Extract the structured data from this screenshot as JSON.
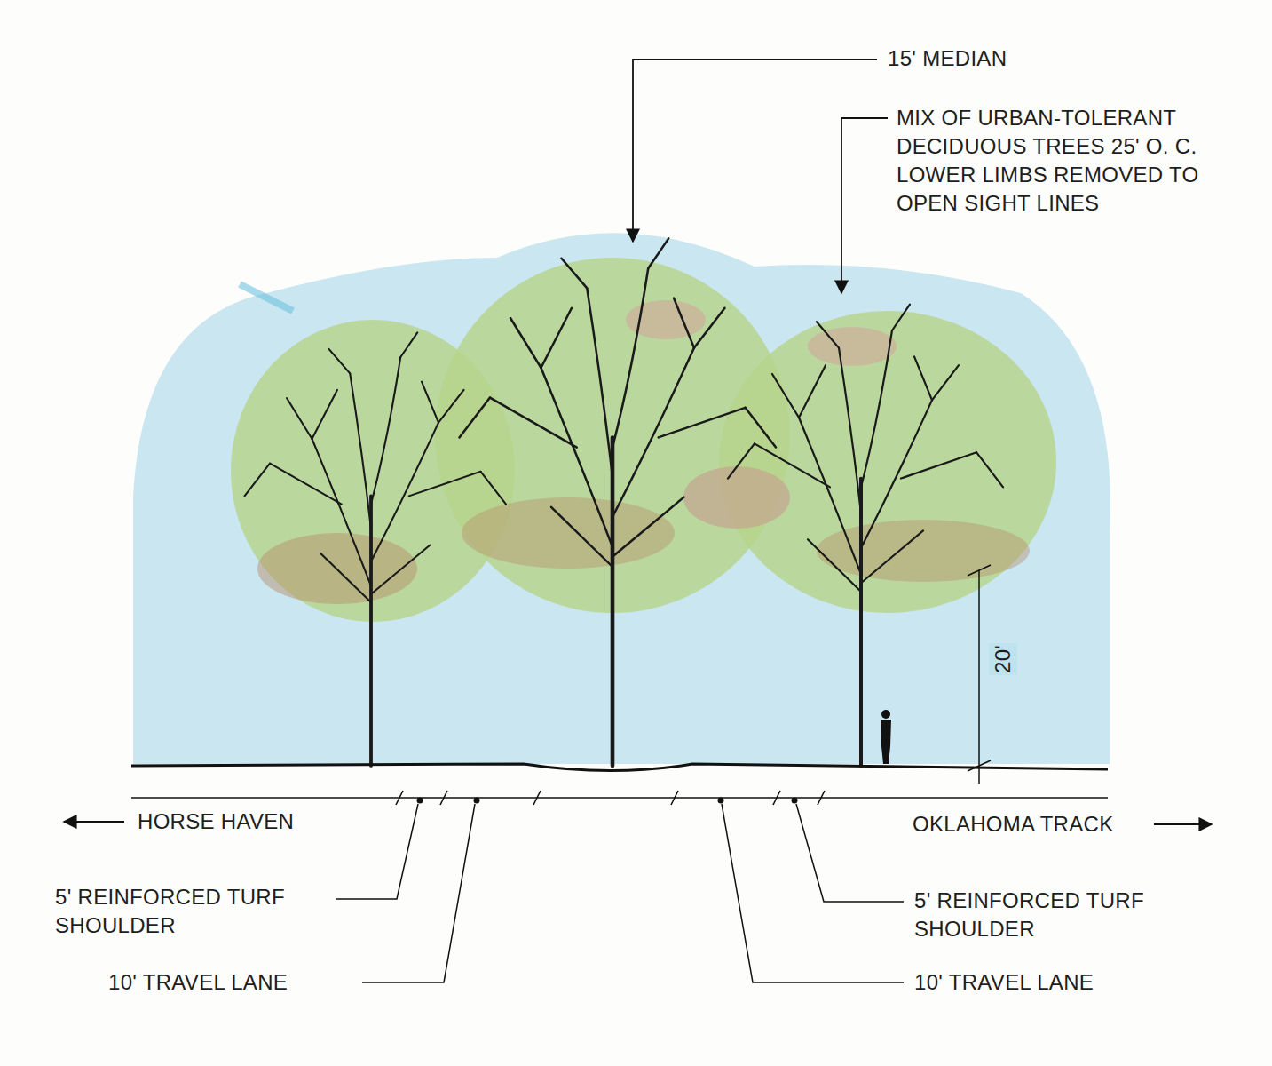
{
  "diagram": {
    "labels": [
      "15' MEDIAN",
      "MIX OF URBAN-TOLERANT DECIDUOUS TREES 25' O. C. LOWER LIMBS REMOVED TO OPEN SIGHT LINES",
      "20'",
      "HORSE HAVEN",
      "OKLAHOMA TRACK",
      "5' REINFORCED TURF SHOULDER",
      "5' REINFORCED TURF SHOULDER",
      "10' TRAVEL LANE",
      "10' TRAVEL LANE"
    ]
  }
}
